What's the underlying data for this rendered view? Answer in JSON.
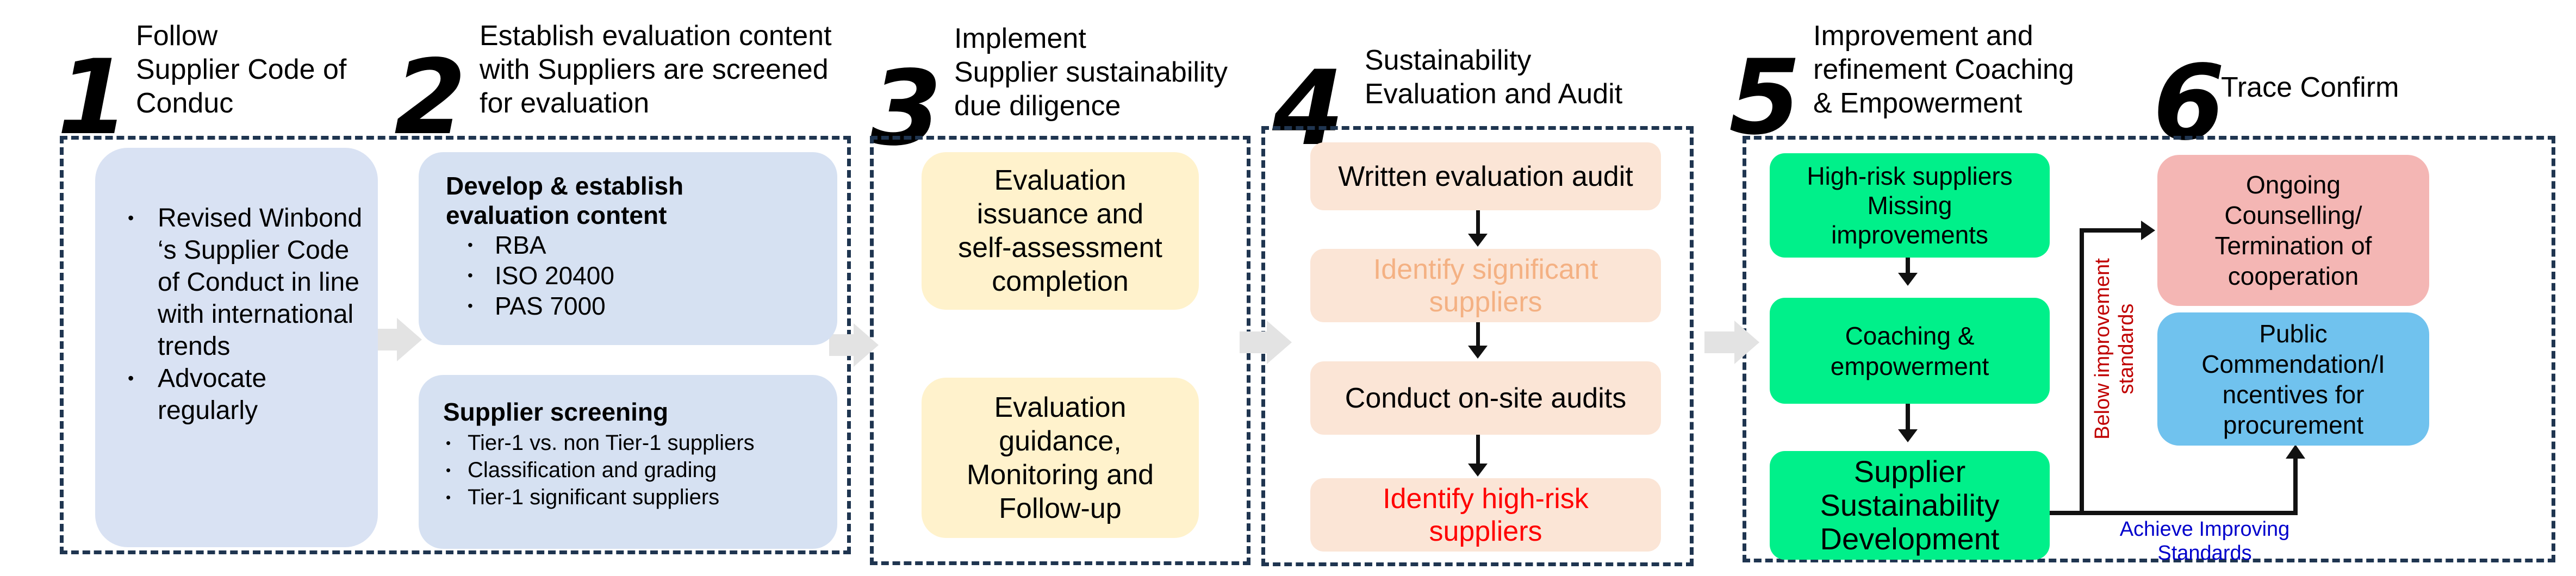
{
  "steps": [
    {
      "number": "1",
      "title": "Follow\nSupplier Code of\nConduc"
    },
    {
      "number": "2",
      "title": "Establish evaluation content\nwith Suppliers are screened\nfor evaluation"
    },
    {
      "number": "3",
      "title": "Implement\nSupplier sustainability\ndue diligence"
    },
    {
      "number": "4",
      "title": "Sustainability\nEvaluation and Audit"
    },
    {
      "number": "5",
      "title": "Improvement and\nrefinement Coaching\n& Empowerment"
    },
    {
      "number": "6",
      "title": "Trace Confirm"
    }
  ],
  "step1": {
    "bullets": [
      "Revised Winbond ‘s Supplier Code of Conduct in line with international trends",
      " Advocate regularly"
    ]
  },
  "step2": {
    "develop_title": "Develop & establish\nevaluation content",
    "develop_items": [
      "RBA",
      "ISO 20400",
      "PAS 7000"
    ],
    "screening_title": "Supplier screening",
    "screening_items": [
      "Tier-1 vs. non Tier-1 suppliers",
      "Classification and grading",
      "Tier-1 significant suppliers"
    ]
  },
  "step3": {
    "box1": "Evaluation\nissuance and\nself-assessment\ncompletion",
    "box2": "Evaluation\nguidance,\nMonitoring and\nFollow-up"
  },
  "step4": {
    "box1": "Written evaluation audit",
    "box2": "Identify significant\nsuppliers",
    "box3": "Conduct on-site audits",
    "box4": "Identify high-risk\nsuppliers"
  },
  "step5": {
    "box1": "High-risk suppliers\nMissing\nimprovements",
    "box2": "Coaching &\nempowerment",
    "box3": "Supplier\nSustainability\nDevelopment",
    "below_label": "Below improvement\nstandards",
    "achieve_label": "Achieve Improving\nStandards"
  },
  "step6": {
    "box1": "Ongoing\nCounselling/\nTermination of\ncooperation",
    "box2": "Public\nCommendation/I\nncentives for\nprocurement"
  },
  "colors": {
    "step1_box": "#d9e2f3",
    "step2_box": "#d6e1f2",
    "step3_box": "#fff2cc",
    "step4_box": "#fbe5d6",
    "step4_significant_text": "#f4b183",
    "step4_highrisk_text": "#ff0000",
    "step5_box": "#00f08a",
    "step6_red": "#f4b6b4",
    "step6_blue": "#70c2ee",
    "below_label": "#c00000",
    "achieve_label": "#0000cc",
    "dashed_border": "#1f3550"
  }
}
